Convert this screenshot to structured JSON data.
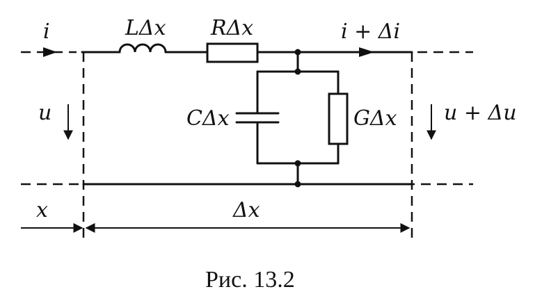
{
  "labels": {
    "current_in": "i",
    "inductor": "LΔx",
    "resistor": "RΔx",
    "current_out": "i + Δi",
    "voltage_in": "u",
    "capacitor": "CΔx",
    "conductance": "GΔx",
    "voltage_out": "u + Δu",
    "position": "x",
    "length": "Δx"
  },
  "caption": "Рис. 13.2"
}
